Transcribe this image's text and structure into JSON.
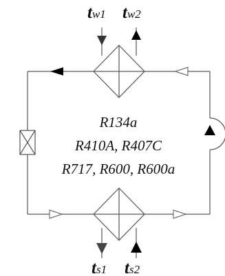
{
  "labels": {
    "water_in": {
      "letter": "t",
      "sub": "w1"
    },
    "water_out": {
      "letter": "t",
      "sub": "w2"
    },
    "source_in": {
      "letter": "t",
      "sub": "s1"
    },
    "source_out": {
      "letter": "t",
      "sub": "s2"
    }
  },
  "refrigerants": {
    "line1": "R134a",
    "line2": "R410A, R407C",
    "line3": "R717, R600, R600a"
  },
  "colors": {
    "line": "#555555",
    "arrow_solid": "#000000",
    "arrow_gray": "#444444",
    "arrow_open": "#ffffff",
    "text": "#111111"
  }
}
